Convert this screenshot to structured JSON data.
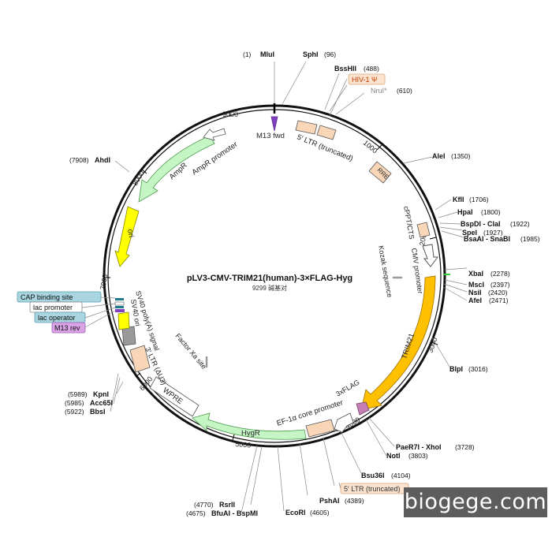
{
  "title": "pLV3-CMV-TRIM21(human)-3×FLAG-Hyg",
  "subtitle": "9299 碱基对",
  "watermark": "biogege.com",
  "colors": {
    "backbone": "#111111",
    "ltr": "#f9d6b8",
    "promoter_arrow": "#ffffff",
    "amp": "#c5f5c5",
    "ori": "#ffff00",
    "trim": "#ffc000",
    "flag": "#c57fb5",
    "gray": "#999999",
    "primer": "#8040c0",
    "cap_box": "#a8d5e0",
    "m13rev_box": "#d9a3e6",
    "hiv_box": "#fbe3cf"
  },
  "sites": [
    {
      "name": "MluI",
      "pos": "(1)"
    },
    {
      "name": "SphI",
      "pos": "(96)"
    },
    {
      "name": "BssHII",
      "pos": "(488)"
    },
    {
      "name": "NruI*",
      "pos": "(610)"
    },
    {
      "name": "AleI",
      "pos": "(1350)"
    },
    {
      "name": "KflI",
      "pos": "(1706)"
    },
    {
      "name": "HpaI",
      "pos": "(1800)"
    },
    {
      "name": "BspDI - ClaI",
      "pos": "(1922)"
    },
    {
      "name": "SpeI",
      "pos": "(1927)"
    },
    {
      "name": "BsaAI - SnaBI",
      "pos": "(1985)"
    },
    {
      "name": "XbaI",
      "pos": "(2278)"
    },
    {
      "name": "MscI",
      "pos": "(2397)"
    },
    {
      "name": "NsiI",
      "pos": "(2420)"
    },
    {
      "name": "AfeI",
      "pos": "(2471)"
    },
    {
      "name": "BlpI",
      "pos": "(3016)"
    },
    {
      "name": "PaeR7I - XhoI",
      "pos": "(3728)"
    },
    {
      "name": "NotI",
      "pos": "(3803)"
    },
    {
      "name": "Bsu36I",
      "pos": "(4104)"
    },
    {
      "name": "PshAI",
      "pos": "(4389)"
    },
    {
      "name": "EcoRI",
      "pos": "(4605)"
    },
    {
      "name": "BfuAI - BspMI",
      "pos": "(4675)"
    },
    {
      "name": "RsrII",
      "pos": "(4770)"
    },
    {
      "name": "BbsI",
      "pos": "(5922)"
    },
    {
      "name": "Acc65I",
      "pos": "(5985)"
    },
    {
      "name": "KpnI",
      "pos": "(5989)"
    },
    {
      "name": "AhdI",
      "pos": "(7908)"
    }
  ],
  "features": [
    {
      "label": "M13 fwd"
    },
    {
      "label": "5′ LTR (truncated)"
    },
    {
      "label": "RRE"
    },
    {
      "label": "cPPT/CTS"
    },
    {
      "label": "CMV promoter"
    },
    {
      "label": "Kozak sequence"
    },
    {
      "label": "TRIM21"
    },
    {
      "label": "3xFLAG"
    },
    {
      "label": "EF-1α core promoter"
    },
    {
      "label": "HygR"
    },
    {
      "label": "WPRE"
    },
    {
      "label": "3′ LTR (ΔU3)"
    },
    {
      "label": "Factor Xa site"
    },
    {
      "label": "SV40 poly(A) signal"
    },
    {
      "label": "SV40 ori"
    },
    {
      "label": "ori"
    },
    {
      "label": "AmpR"
    },
    {
      "label": "AmpR promoter"
    }
  ],
  "boxed_labels": [
    {
      "label": "HIV-1 Ψ"
    },
    {
      "label": "5′ LTR (truncated)"
    },
    {
      "label": "CAP binding site"
    },
    {
      "label": "lac promoter"
    },
    {
      "label": "lac operator"
    },
    {
      "label": "M13 rev"
    }
  ],
  "ticks": [
    "1000",
    "2000",
    "3000",
    "4000",
    "5000",
    "6000",
    "7000",
    "8000",
    "9000"
  ]
}
